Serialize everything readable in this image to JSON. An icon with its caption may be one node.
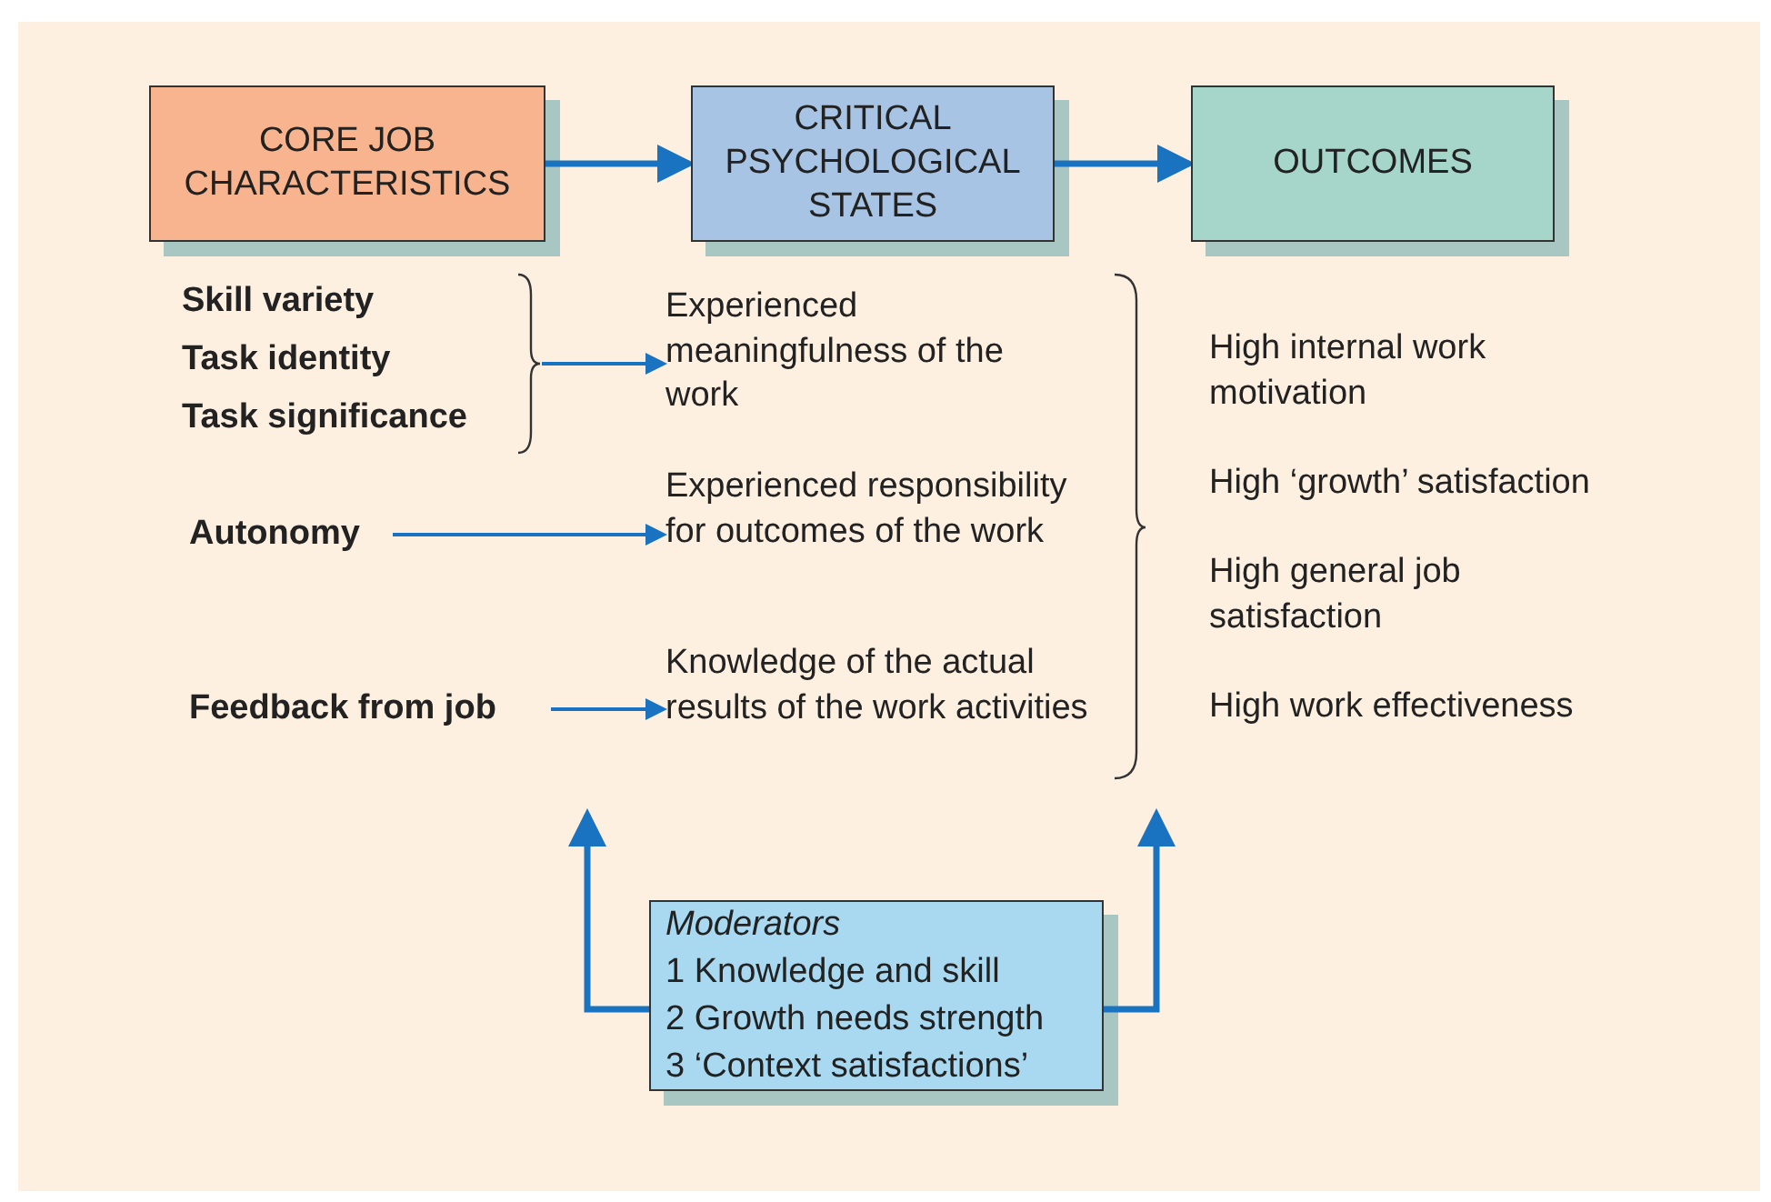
{
  "diagram": {
    "nodes": [
      {
        "text": [
          "CORE JOB CHARACTERISTICS"
        ]
      },
      {
        "text": [
          "CRITICAL PSYCHOLOGICAL STATES"
        ]
      },
      {
        "text": [
          "OUTCOMES"
        ]
      },
      {
        "text": [
          "Skill variety",
          "Task identity",
          "Task significance"
        ]
      },
      {
        "text": [
          "Autonomy"
        ]
      },
      {
        "text": [
          "Feedback from job"
        ]
      },
      {
        "text": [
          "Experienced meaningfulness of the work"
        ]
      },
      {
        "text": [
          "Experienced responsibility for outcomes of the work"
        ]
      },
      {
        "text": [
          "Knowledge of the actual results of the work activities"
        ]
      },
      {
        "text": [
          "Moderators",
          "1 Knowledge and skill",
          "2 Growth needs strength",
          "3 ‘Context satisfactions’"
        ]
      }
    ],
    "edges": [
      {
        "from": 0,
        "to": 1,
        "arrow": "to"
      },
      {
        "from": 1,
        "to": 2,
        "arrow": "to"
      },
      {
        "from": 3,
        "to": 6,
        "arrow": "to"
      },
      {
        "from": 4,
        "to": 7,
        "arrow": "to"
      },
      {
        "from": 5,
        "to": 8,
        "arrow": "to"
      },
      {
        "from": 9,
        "to": null,
        "arrow": "to"
      },
      {
        "from": 9,
        "to": null,
        "arrow": "to"
      }
    ],
    "labels": [
      "High internal work motivation",
      "High ‘growth’ satisfaction",
      "High general job satisfaction",
      "High work effectiveness"
    ]
  }
}
